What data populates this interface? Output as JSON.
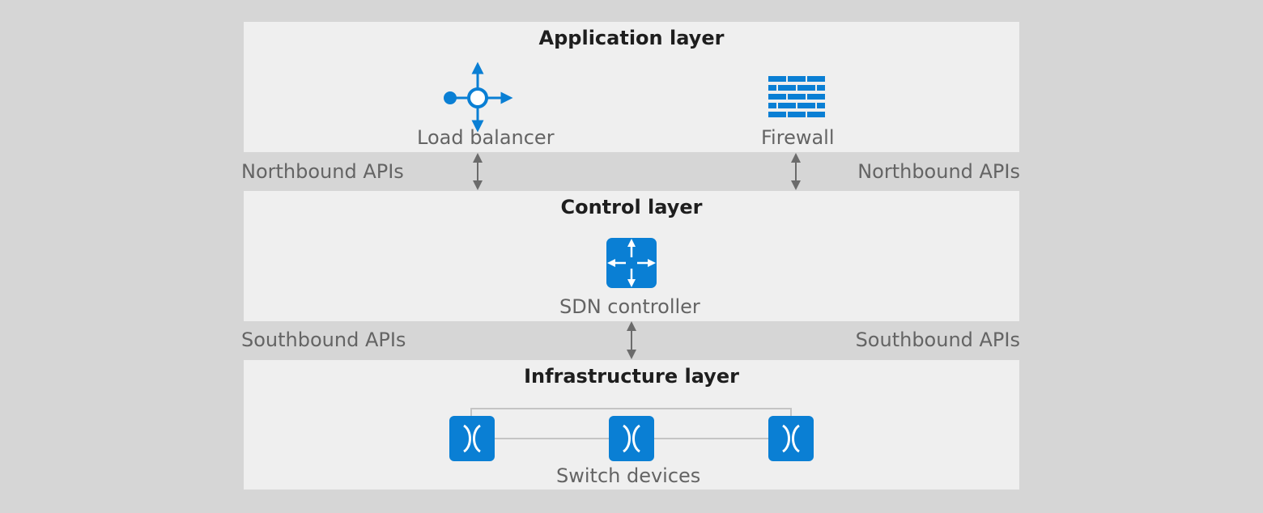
{
  "application_layer": {
    "title": "Application layer",
    "load_balancer_label": "Load balancer",
    "firewall_label": "Firewall"
  },
  "northbound": {
    "left_label": "Northbound APIs",
    "right_label": "Northbound APIs"
  },
  "control_layer": {
    "title": "Control layer",
    "sdn_controller_label": "SDN controller"
  },
  "southbound": {
    "left_label": "Southbound APIs",
    "right_label": "Southbound APIs"
  },
  "infrastructure_layer": {
    "title": "Infrastructure layer",
    "switch_devices_label": "Switch devices"
  },
  "colors": {
    "background": "#d6d6d6",
    "panel": "#efefef",
    "icon_blue": "#0a7fd4",
    "arrow_gray": "#6b6b6b",
    "link_gray": "#c4c4c4"
  },
  "icons": [
    "load-balancer-icon",
    "firewall-icon",
    "sdn-controller-icon",
    "switch-icon"
  ]
}
